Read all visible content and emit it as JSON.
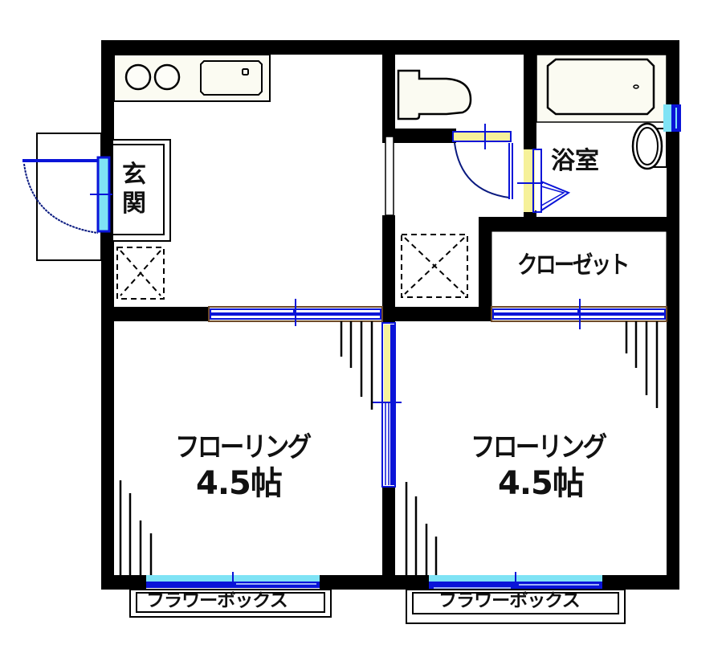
{
  "floor_plan": {
    "type": "apartment floor plan (間取り図)",
    "layout": "2K",
    "colors": {
      "wall": "#000000",
      "fixture_fill": "#fbfbf2",
      "window_glass": "#7fe3f5",
      "window_frame": "#0a14d8",
      "door_panel": "#f6f19a",
      "frame_accent": "#6e4a2a"
    },
    "rooms": [
      {
        "id": "kitchen",
        "label": "",
        "fixtures": [
          "two-burner-stove",
          "sink"
        ]
      },
      {
        "id": "entrance",
        "label": "玄関"
      },
      {
        "id": "toilet",
        "label": "",
        "fixtures": [
          "toilet"
        ]
      },
      {
        "id": "bathroom",
        "label": "浴室",
        "fixtures": [
          "bathtub",
          "wash-basin"
        ]
      },
      {
        "id": "closet",
        "label": "クローゼット"
      },
      {
        "id": "room-west",
        "label": "フローリング",
        "size": "4.5帖"
      },
      {
        "id": "room-east",
        "label": "フローリング",
        "size": "4.5帖"
      }
    ],
    "flower_boxes": [
      {
        "id": "flower-box-west",
        "label": "フラワーボックス"
      },
      {
        "id": "flower-box-east",
        "label": "フラワーボックス"
      }
    ],
    "laundry_spaces": 2
  }
}
